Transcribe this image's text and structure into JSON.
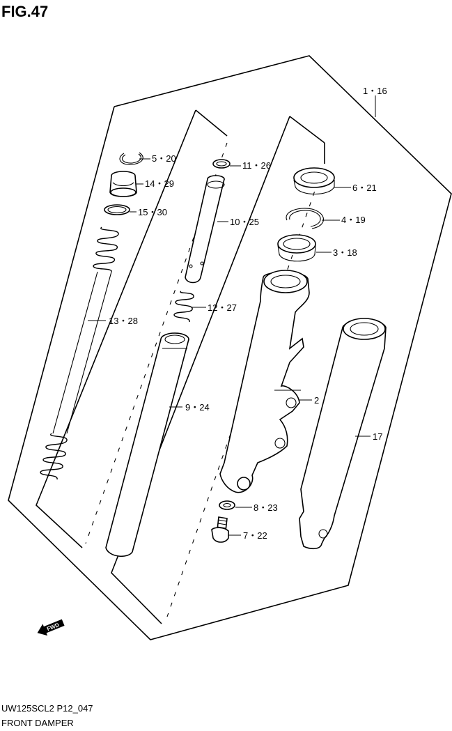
{
  "figure_label": "FIG.47",
  "model_code": "UW125SCL2 P12_047",
  "diagram_title": "FRONT DAMPER",
  "direction_marker": "FWD",
  "callouts": {
    "p1_16": "1・16",
    "p2": "2",
    "p3_18": "3・18",
    "p4_19": "4・19",
    "p5_20": "5・20",
    "p6_21": "6・21",
    "p7_22": "7・22",
    "p8_23": "8・23",
    "p9_24": "9・24",
    "p10_25": "10・25",
    "p11_26": "11・26",
    "p12_27": "12・27",
    "p13_28": "13・28",
    "p14_29": "14・29",
    "p15_30": "15・30",
    "p17": "17"
  }
}
